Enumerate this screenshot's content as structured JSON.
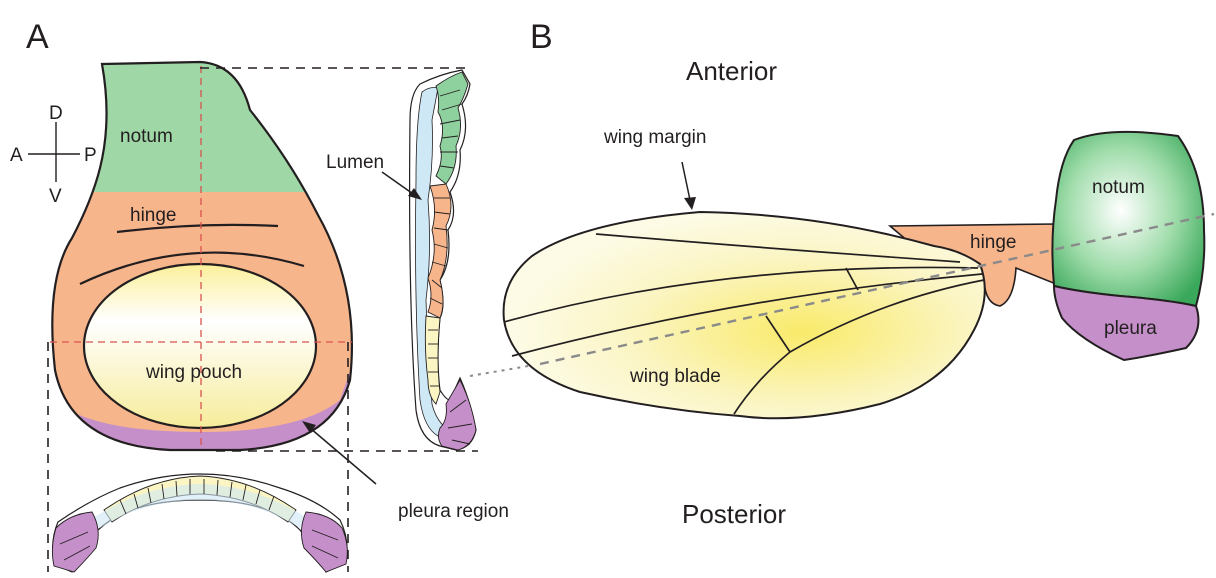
{
  "panel_a": {
    "letter": "A",
    "axes": {
      "dorsal": "D",
      "ventral": "V",
      "anterior": "A",
      "posterior": "P"
    },
    "labels": {
      "notum": "notum",
      "hinge": "hinge",
      "pouch": "wing pouch",
      "lumen": "Lumen",
      "pleura_region": "pleura region"
    }
  },
  "panel_b": {
    "letter": "B",
    "labels": {
      "anterior": "Anterior",
      "posterior": "Posterior",
      "wing_margin": "wing margin",
      "wing_blade": "wing blade",
      "hinge": "hinge",
      "notum": "notum",
      "pleura": "pleura"
    }
  },
  "colors": {
    "notum": "#8fd19e",
    "notum_dark": "#3aa85a",
    "hinge": "#f7b58c",
    "pouch": "#fbf3a6",
    "pleura": "#c58fc9",
    "lumen": "#cfe8f5"
  }
}
